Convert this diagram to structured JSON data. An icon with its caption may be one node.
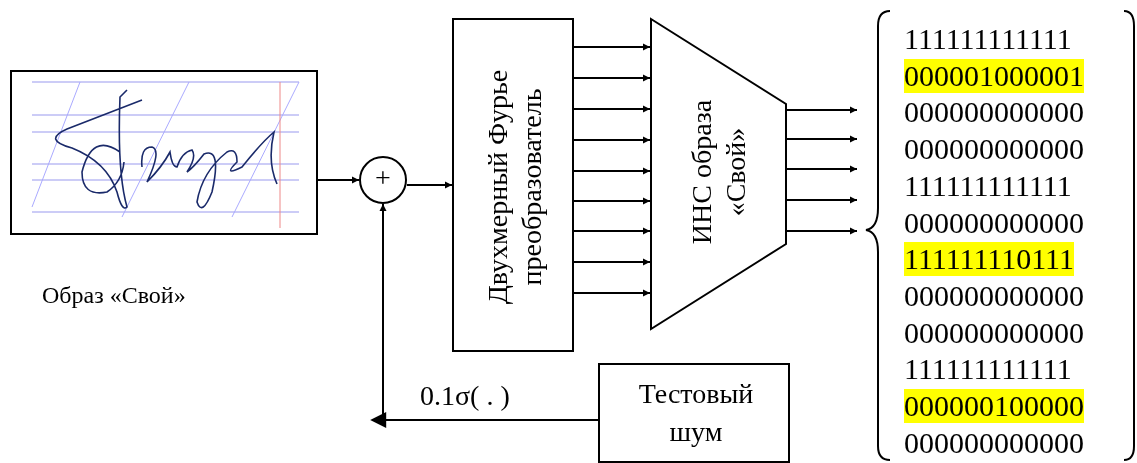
{
  "diagram": {
    "nodes": [
      {
        "text": [],
        "shape": "picture",
        "beside": [
          "Образ «Свой»"
        ]
      },
      {
        "text": [
          "+"
        ]
      },
      {
        "text": [
          "Двухмерный Фурье преобразователь"
        ]
      },
      {
        "text": [
          "ИНС образа «Свой»"
        ]
      },
      {
        "text": [
          "111111111111",
          "000001000001",
          "000000000000",
          "000000000000",
          "111111111111",
          "000000000000",
          "111111110111",
          "000000000000",
          "000000000000",
          "111111111111",
          "000000100000",
          "000000000000"
        ]
      },
      {
        "text": [
          "Тестовый шум"
        ]
      }
    ],
    "edges": [
      {
        "from": 0,
        "to": 1,
        "arrow": "to"
      },
      {
        "from": 1,
        "to": 2,
        "arrow": "to"
      },
      {
        "from": 2,
        "to": 3,
        "arrow": "to"
      },
      {
        "from": 2,
        "to": 3,
        "arrow": "to"
      },
      {
        "from": 2,
        "to": 3,
        "arrow": "to"
      },
      {
        "from": 2,
        "to": 3,
        "arrow": "to"
      },
      {
        "from": 2,
        "to": 3,
        "arrow": "to"
      },
      {
        "from": 2,
        "to": 3,
        "arrow": "to"
      },
      {
        "from": 2,
        "to": 3,
        "arrow": "to"
      },
      {
        "from": 2,
        "to": 3,
        "arrow": "to"
      },
      {
        "from": 2,
        "to": 3,
        "arrow": "to"
      },
      {
        "from": 3,
        "to": 4,
        "arrow": "to"
      },
      {
        "from": 3,
        "to": 4,
        "arrow": "to"
      },
      {
        "from": 3,
        "to": 4,
        "arrow": "to"
      },
      {
        "from": 3,
        "to": 4,
        "arrow": "to"
      },
      {
        "from": 3,
        "to": 4,
        "arrow": "to"
      },
      {
        "from": 5,
        "to": 1,
        "arrow": "to",
        "label": "0.1σ( . )"
      }
    ]
  }
}
